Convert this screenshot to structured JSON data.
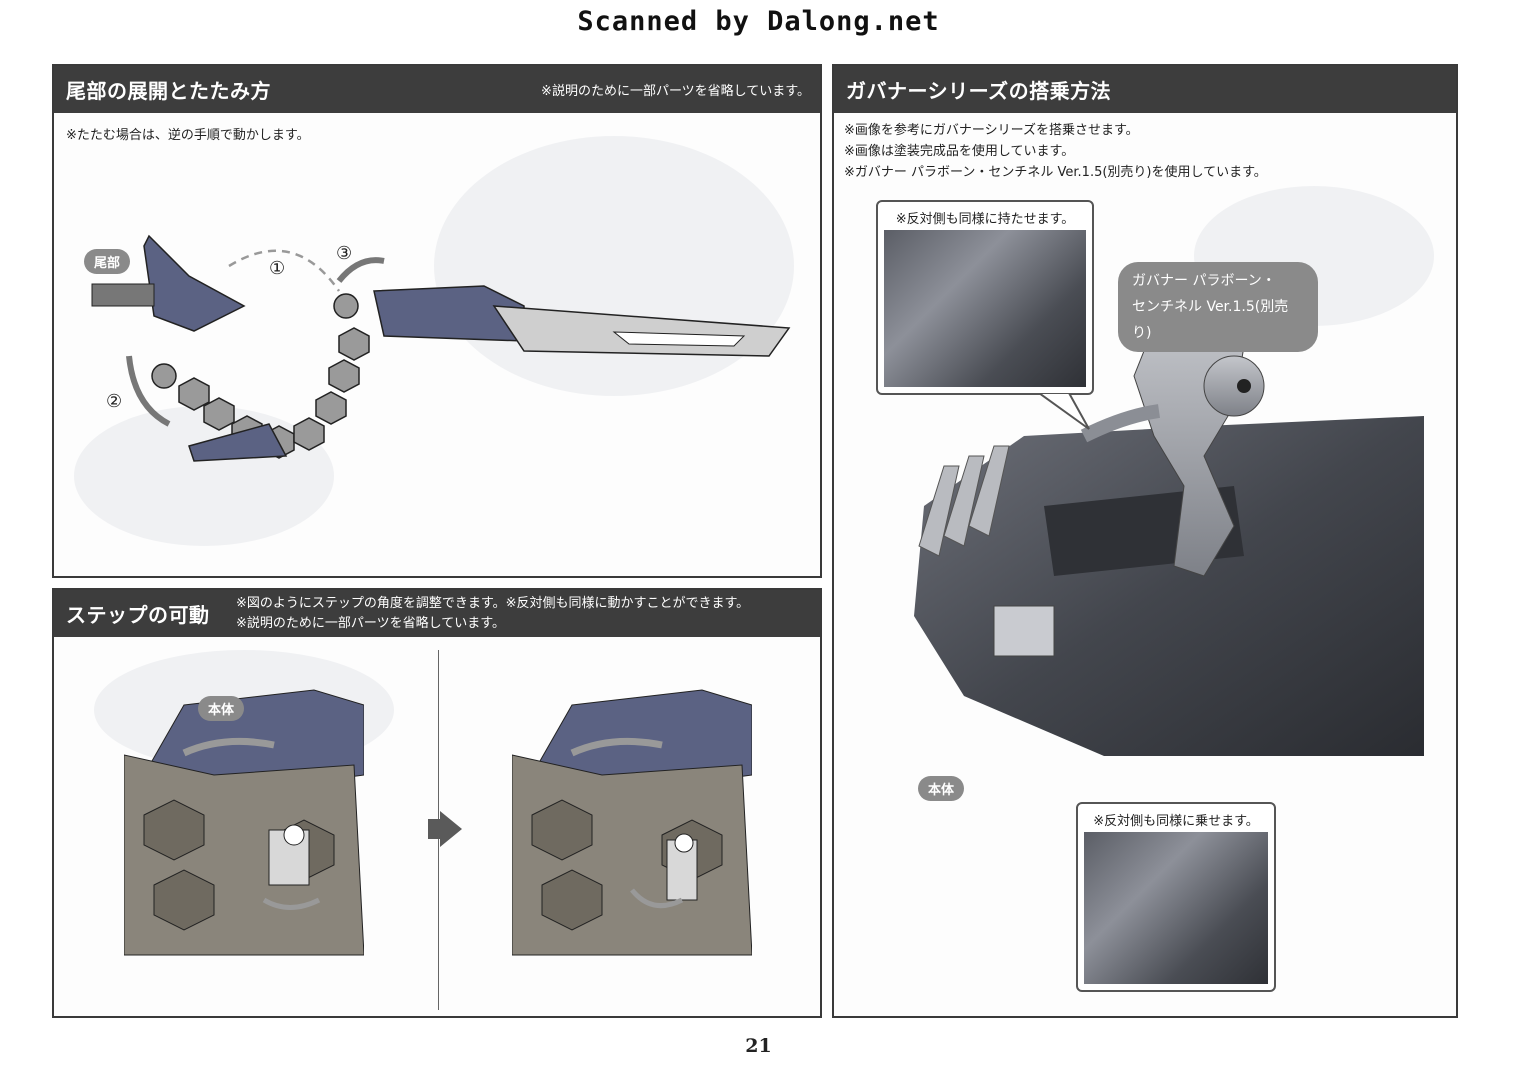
{
  "watermark": "Scanned by Dalong.net",
  "tail_panel": {
    "title": "尾部の展開とたたみ方",
    "note_right": "※説明のために一部パーツを省略しています。",
    "note_fold": "※たたむ場合は、逆の手順で動かします。",
    "label_tail": "尾部",
    "steps": [
      "①",
      "②",
      "③"
    ]
  },
  "step_panel": {
    "title": "ステップの可動",
    "note_1": "※図のようにステップの角度を調整できます。※反対側も同様に動かすことができます。",
    "note_2": "※説明のために一部パーツを省略しています。",
    "label_body": "本体"
  },
  "ride_panel": {
    "title": "ガバナーシリーズの搭乗方法",
    "notes": [
      "※画像を参考にガバナーシリーズを搭乗させます。",
      "※画像は塗装完成品を使用しています。",
      "※ガバナー パラボーン・センチネル Ver.1.5(別売り)を使用しています。"
    ],
    "callout_hold": "※反対側も同様に持たせます。",
    "callout_ride": "※反対側も同様に乗せます。",
    "name_tag_line1": "ガバナー パラボーン・",
    "name_tag_line2": "センチネル Ver.1.5(別売り)",
    "label_body": "本体"
  },
  "page_number": "21"
}
